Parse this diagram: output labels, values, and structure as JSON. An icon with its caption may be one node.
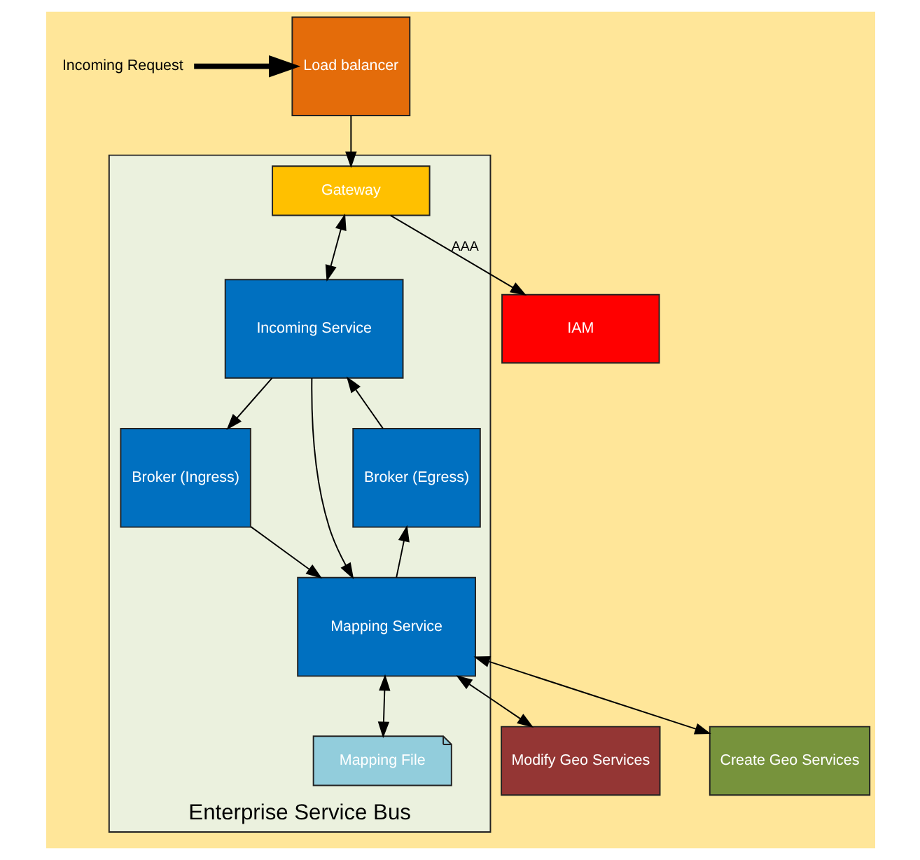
{
  "diagram": {
    "nodes": [
      {
        "text": [
          "Incoming Request"
        ]
      },
      {
        "text": [
          "Load balancer"
        ]
      },
      {
        "text": [
          "Enterprise Service Bus"
        ]
      },
      {
        "text": [
          "Gateway"
        ],
        "in": 2
      },
      {
        "text": [
          "IAM"
        ]
      },
      {
        "text": [
          "Incoming Service"
        ],
        "in": 2
      },
      {
        "text": [
          "Broker (Ingress)"
        ],
        "in": 2
      },
      {
        "text": [
          "Broker (Egress)"
        ],
        "in": 2
      },
      {
        "text": [
          "Mapping Service"
        ],
        "in": 2
      },
      {
        "text": [
          "Mapping File"
        ],
        "in": 2
      },
      {
        "text": [
          "Modify Geo Services"
        ]
      },
      {
        "text": [
          "Create Geo Services"
        ]
      }
    ],
    "edges": [
      {
        "from": 0,
        "to": 1,
        "arrow": "to",
        "style": "thick"
      },
      {
        "from": 1,
        "to": 3,
        "arrow": "to"
      },
      {
        "from": 3,
        "to": 4,
        "arrow": "to",
        "label": "AAA"
      },
      {
        "from": 3,
        "to": 5,
        "arrow": "both"
      },
      {
        "from": 5,
        "to": 6,
        "arrow": "to"
      },
      {
        "from": 5,
        "to": 8,
        "arrow": "to"
      },
      {
        "from": 6,
        "to": 8,
        "arrow": "to"
      },
      {
        "from": 8,
        "to": 7,
        "arrow": "to"
      },
      {
        "from": 7,
        "to": 5,
        "arrow": "to"
      },
      {
        "from": 8,
        "to": 9,
        "arrow": "both"
      },
      {
        "from": 8,
        "to": 10,
        "arrow": "both"
      },
      {
        "from": 8,
        "to": 11,
        "arrow": "both"
      }
    ]
  }
}
